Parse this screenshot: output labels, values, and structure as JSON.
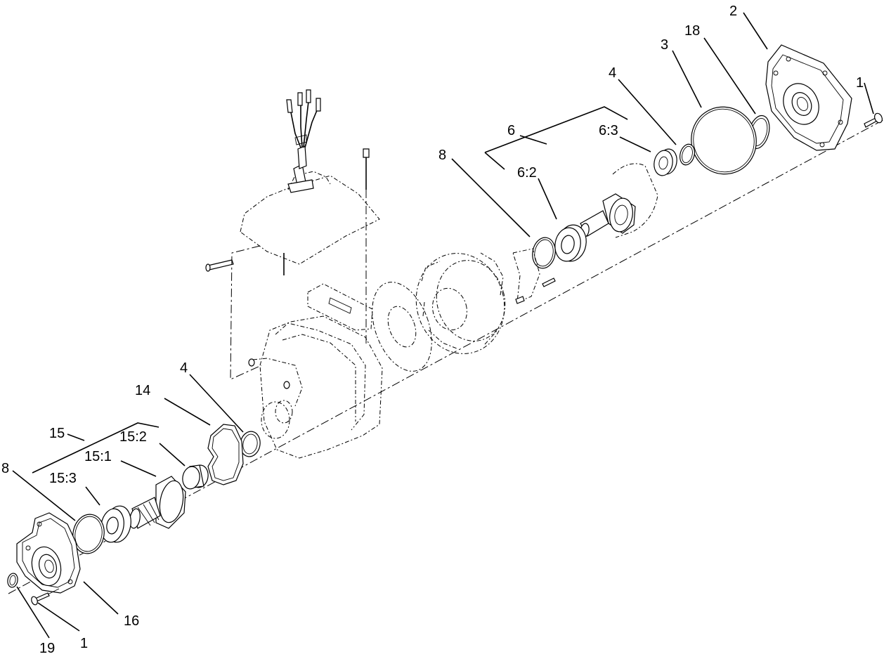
{
  "labels": {
    "l1_top": "1",
    "l2": "2",
    "l3": "3",
    "l18": "18",
    "l4_top": "4",
    "l6": "6",
    "l6_3": "6:3",
    "l6_2": "6:2",
    "l8_top": "8",
    "l4_mid": "4",
    "l14": "14",
    "l15": "15",
    "l15_2": "15:2",
    "l15_1": "15:1",
    "l15_3": "15:3",
    "l8_bot": "8",
    "l16": "16",
    "l19": "19",
    "l1_bot": "1"
  }
}
